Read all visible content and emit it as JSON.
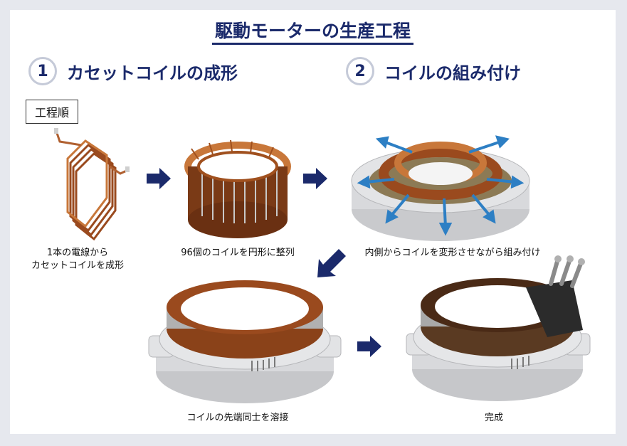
{
  "title": "駆動モーターの生産工程",
  "steps": [
    {
      "num": "1",
      "label": "カセットコイルの成形"
    },
    {
      "num": "2",
      "label": "コイルの組み付け"
    }
  ],
  "order_label": "工程順",
  "captions": {
    "c1": "1本の電線から\nカセットコイルを成形",
    "c2": "96個のコイルを円形に整列",
    "c3": "内側からコイルを変形させながら組み付け",
    "c4": "コイルの先端同士を溶接",
    "c5": "完成"
  },
  "colors": {
    "navy": "#1b2a6b",
    "copper": "#9a4a1e",
    "copper_light": "#c8773a",
    "steel": "#d8d9dc",
    "blue_arrow": "#2d7fc4"
  }
}
